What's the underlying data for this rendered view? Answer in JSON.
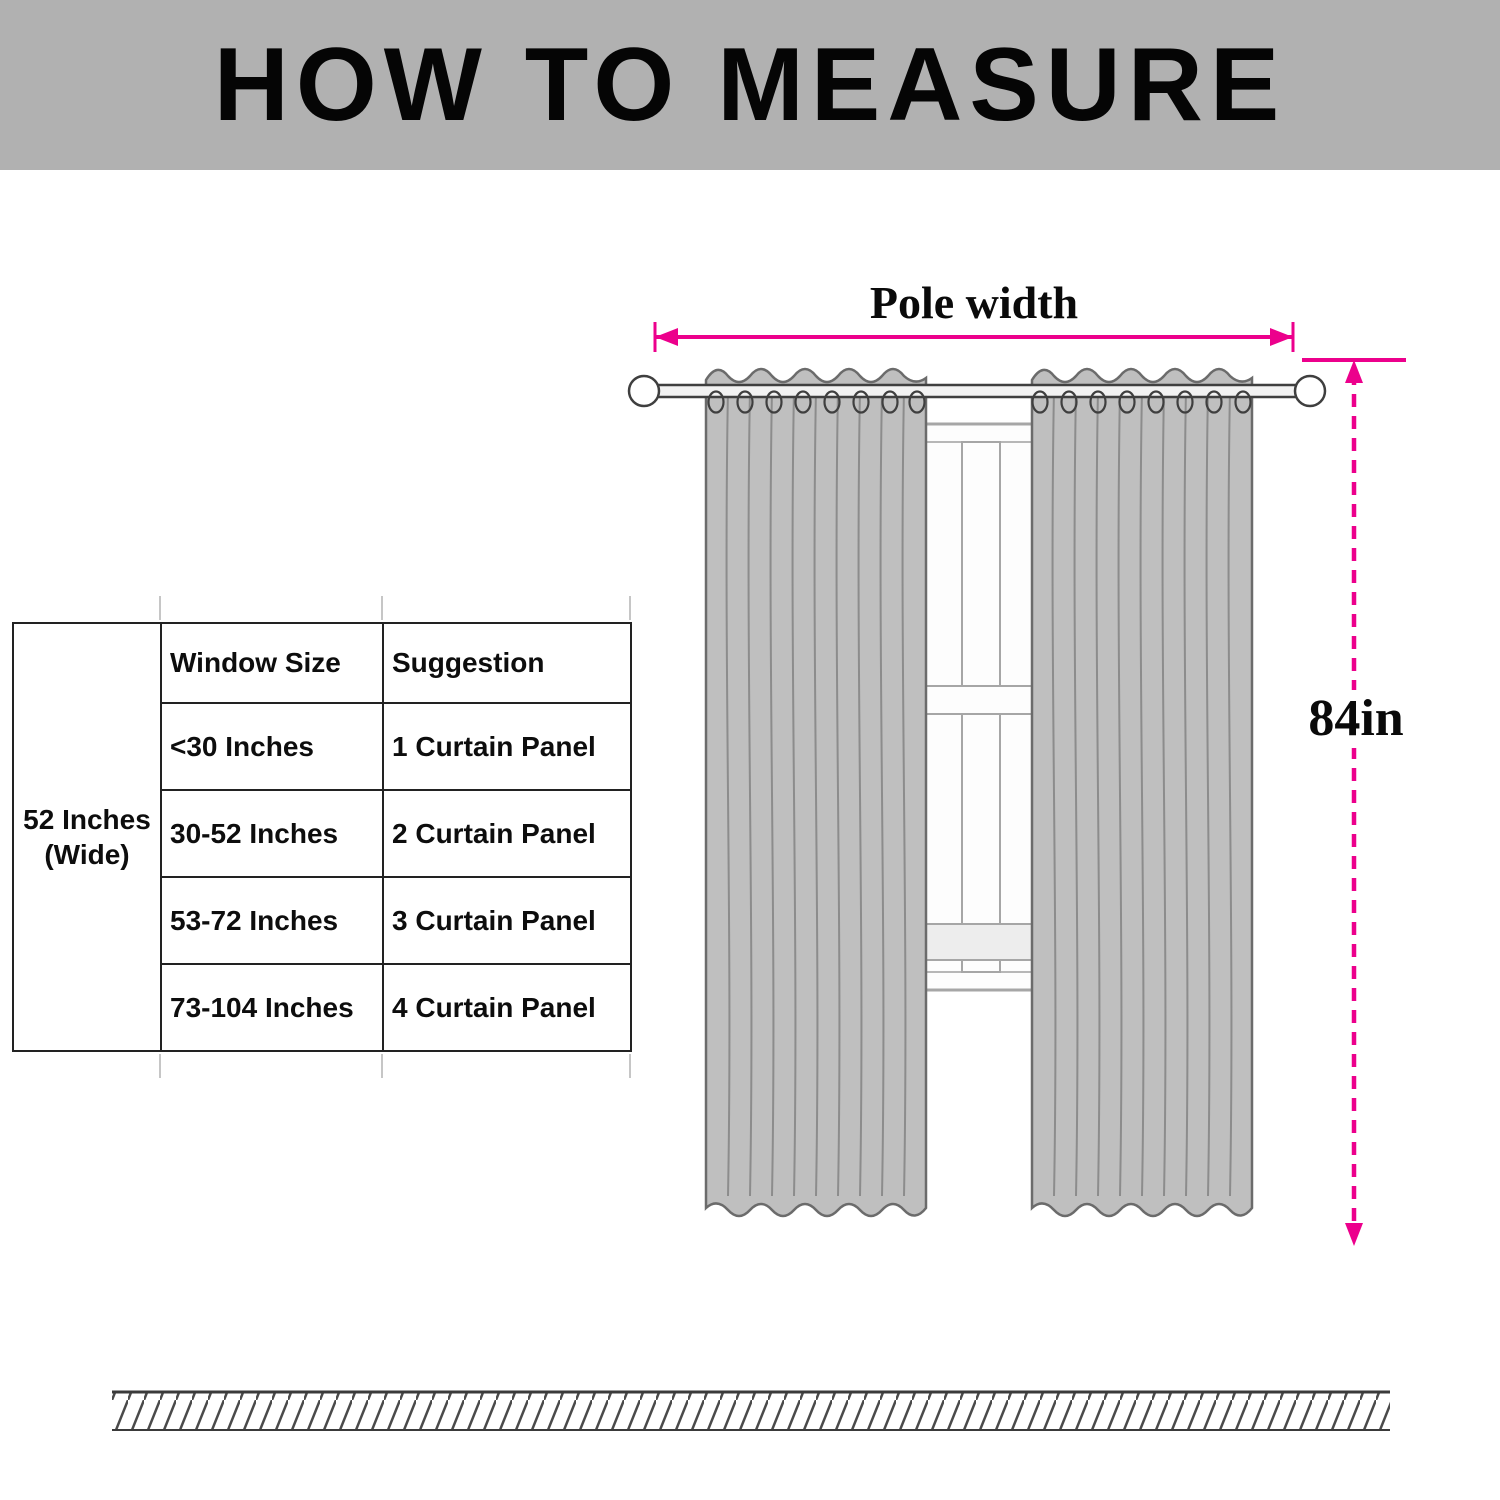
{
  "banner": {
    "title": "HOW TO MEASURE"
  },
  "size_table": {
    "side_label": "52 Inches (Wide)",
    "headers": {
      "window_size": "Window Size",
      "suggestion": "Suggestion"
    },
    "rows": [
      {
        "window_size": "<30 Inches",
        "suggestion": "1 Curtain Panel"
      },
      {
        "window_size": "30-52 Inches",
        "suggestion": "2 Curtain Panel"
      },
      {
        "window_size": "53-72 Inches",
        "suggestion": "3 Curtain Panel"
      },
      {
        "window_size": "73-104 Inches",
        "suggestion": "4 Curtain Panel"
      }
    ]
  },
  "measurements": {
    "pole_width_label": "Pole width",
    "height_label": "84in"
  },
  "colors": {
    "accent_pink": "#EC008C",
    "curtain_gray": "#BFBFBF",
    "banner_gray": "#B1B1B1"
  }
}
